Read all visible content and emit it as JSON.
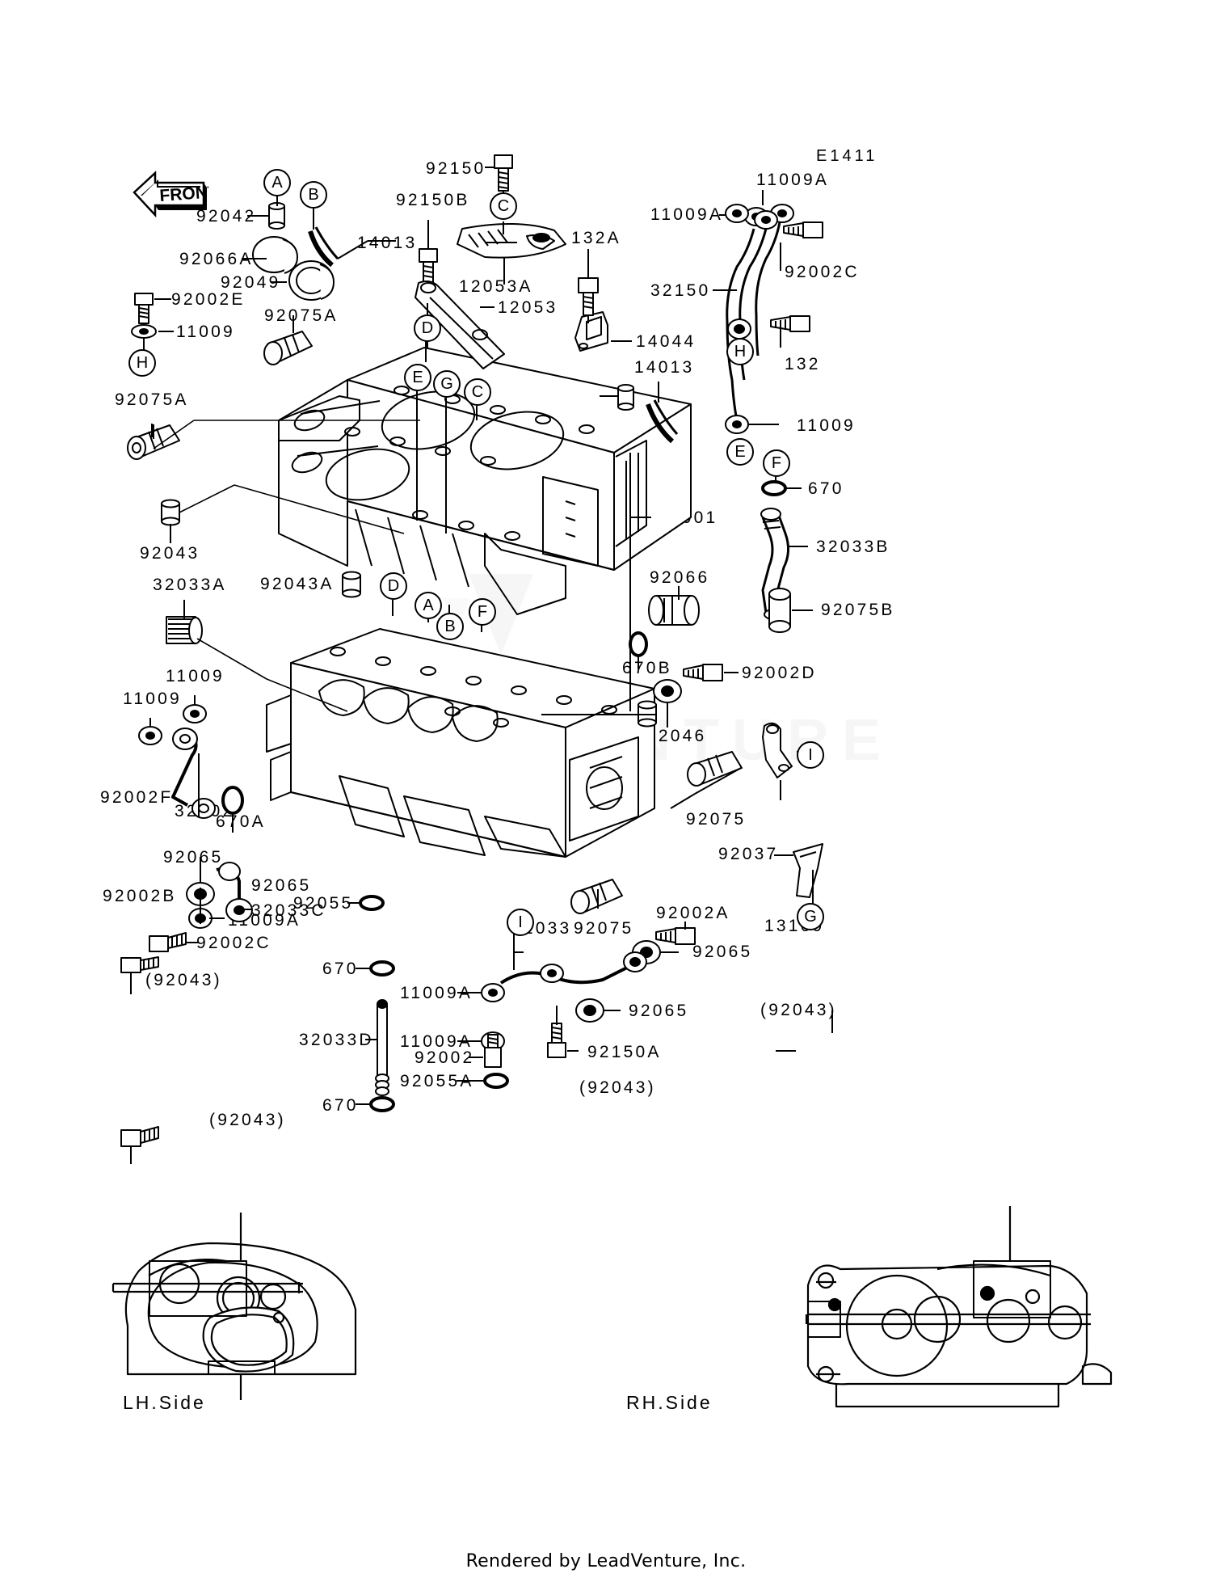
{
  "diagram": {
    "id_code": "E1411",
    "front_marker": "FRONT",
    "footer": "Rendered by LeadVenture, Inc.",
    "watermark": "LEADVENTURE",
    "side_views": {
      "left": "LH.Side",
      "right": "RH.Side"
    }
  },
  "callouts": [
    {
      "id": "A",
      "letter": "A"
    },
    {
      "id": "B",
      "letter": "B"
    },
    {
      "id": "C",
      "letter": "C"
    },
    {
      "id": "D",
      "letter": "D"
    },
    {
      "id": "E",
      "letter": "E"
    },
    {
      "id": "F",
      "letter": "F"
    },
    {
      "id": "G",
      "letter": "G"
    },
    {
      "id": "H",
      "letter": "H"
    },
    {
      "id": "I",
      "letter": "I"
    },
    {
      "id": "A2",
      "letter": "A"
    },
    {
      "id": "B2",
      "letter": "B"
    },
    {
      "id": "C2",
      "letter": "C"
    },
    {
      "id": "D2",
      "letter": "D"
    },
    {
      "id": "E2",
      "letter": "E"
    },
    {
      "id": "F2",
      "letter": "F"
    },
    {
      "id": "G2",
      "letter": "G"
    },
    {
      "id": "H2",
      "letter": "H"
    },
    {
      "id": "I2",
      "letter": "I"
    },
    {
      "id": "E3",
      "letter": "E"
    },
    {
      "id": "F3",
      "letter": "F"
    },
    {
      "id": "G3",
      "letter": "G"
    },
    {
      "id": "I3",
      "letter": "I"
    }
  ],
  "part_numbers": {
    "p92042_tl": "92042",
    "p92066A": "92066A",
    "p92049": "92049",
    "p92002E": "92002E",
    "p11009_l1": "11009",
    "p92075A_top": "92075A",
    "p92075A_left": "92075A",
    "p92043_left": "92043",
    "p32033A": "32033A",
    "p11009_l2": "11009",
    "p11009_l3": "11009",
    "p92002F": "92002F",
    "p32102": "32102",
    "p670A": "670A",
    "p92065_l1": "92065",
    "p92002B": "92002B",
    "p32033C": "32033C",
    "p92065_l2": "92065",
    "p11009A_l": "11009A",
    "p92002C_l": "92002C",
    "p92043_paren_l": "(92043)",
    "p14013_top": "14013",
    "p92150": "92150",
    "p92150B": "92150B",
    "p12053A": "12053A",
    "p12053": "12053",
    "p132A": "132A",
    "p14044": "14044",
    "p14013_mid": "14013",
    "p92042_mid": "92042",
    "p11009A_r1": "11009A",
    "p11009A_r2": "11009A",
    "p92002C_r": "92002C",
    "p32150": "32150",
    "p132": "132",
    "p11009_r": "11009",
    "p670_r": "670",
    "p14001": "14001",
    "p32033B": "32033B",
    "p92075B": "92075B",
    "p92066_r": "92066",
    "p670B": "670B",
    "p92002D": "92002D",
    "p42046": "42046",
    "p92043A_c": "92043A",
    "p92043A_r": "92043A",
    "p92075_r": "92075",
    "p13169": "13169",
    "p92037": "92037",
    "p92055": "92055",
    "p670_c1": "670",
    "p32033D": "32033D",
    "p11009A_c1": "11009A",
    "p11009A_c2": "11009A",
    "p92002_c": "92002",
    "p670_c2": "670",
    "p92055A": "92055A",
    "p32033_b": "32033",
    "p92075_b": "92075",
    "p92002A": "92002A",
    "p92065_r1": "92065",
    "p92065_r2": "92065",
    "p92150A": "92150A",
    "p92043_paren_b": "(92043)",
    "p92043_paren_rh1": "(92043)",
    "p92043_paren_rh2": "(92043)",
    "p92043_paren_lh": "(92043)"
  }
}
